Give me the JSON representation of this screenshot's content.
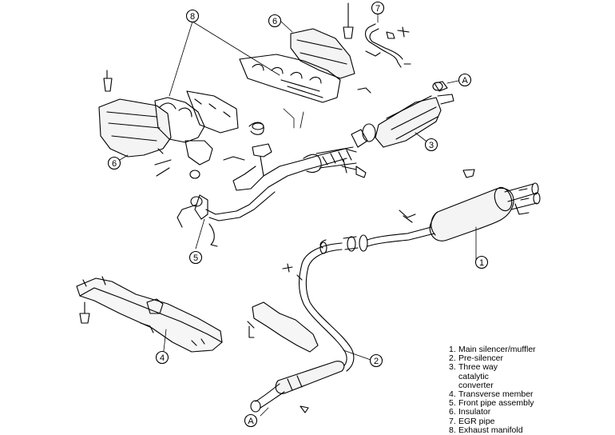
{
  "callouts": {
    "c1": "1",
    "c2": "2",
    "c3": "3",
    "c4": "4",
    "c5": "5",
    "c6a": "6",
    "c6b": "6",
    "c7": "7",
    "c8": "8",
    "ca_top": "A",
    "ca_bottom": "A"
  },
  "legend": [
    {
      "num": "1.",
      "text": "Main silencer/muffler"
    },
    {
      "num": "2.",
      "text": "Pre-silencer"
    },
    {
      "num": "3.",
      "text": "Three way catalytic converter"
    },
    {
      "num": "4.",
      "text": "Transverse member"
    },
    {
      "num": "5.",
      "text": "Front pipe assembly"
    },
    {
      "num": "6.",
      "text": "Insulator"
    },
    {
      "num": "7.",
      "text": "EGR pipe"
    },
    {
      "num": "8.",
      "text": "Exhaust manifold"
    }
  ]
}
